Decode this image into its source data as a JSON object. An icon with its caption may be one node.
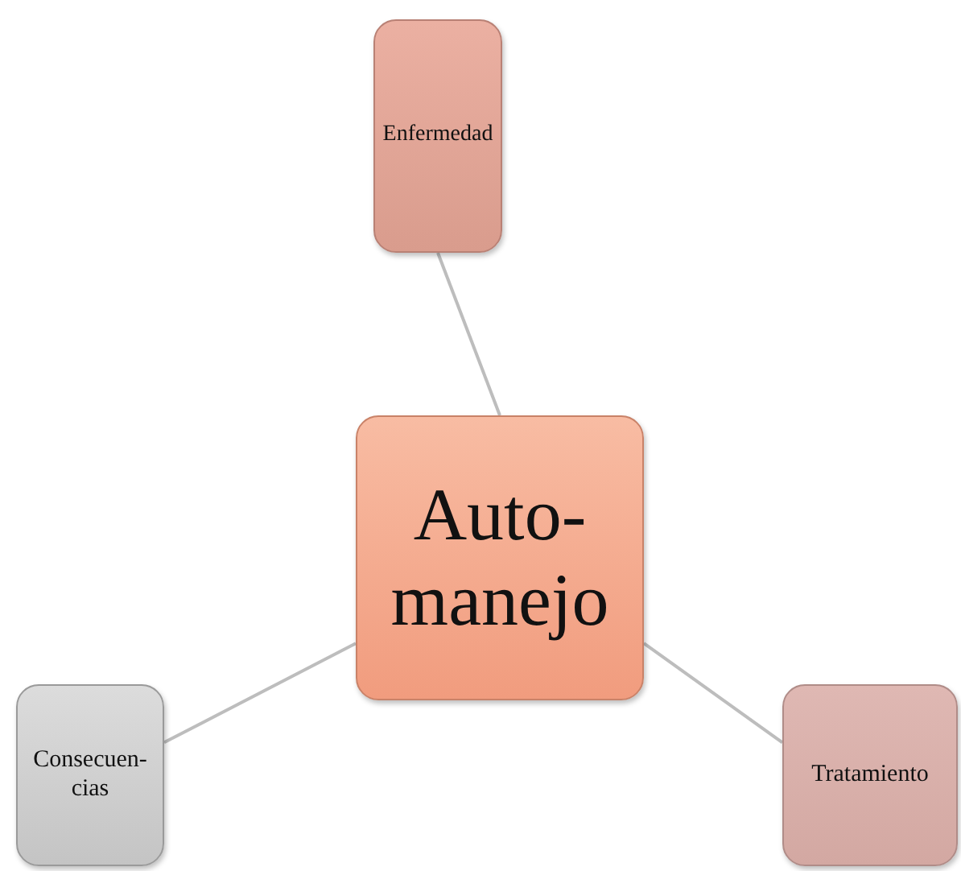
{
  "diagram": {
    "nodes": [
      {
        "text": [
          "Enfermedad"
        ]
      },
      {
        "text": [
          "Auto- manejo"
        ]
      },
      {
        "text": [
          "Consecuen- cias"
        ]
      },
      {
        "text": [
          "Tratamiento"
        ]
      }
    ],
    "edges": [
      {
        "from": 1,
        "to": 0,
        "arrow": "none"
      },
      {
        "from": 1,
        "to": 2,
        "arrow": "none"
      },
      {
        "from": 1,
        "to": 3,
        "arrow": "none"
      }
    ]
  }
}
